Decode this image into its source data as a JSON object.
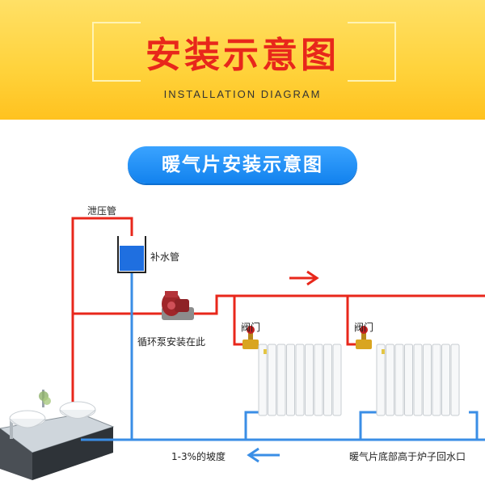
{
  "header": {
    "title": "安装示意图",
    "subtitle": "INSTALLATION DIAGRAM"
  },
  "badge": {
    "label": "暖气片安装示意图"
  },
  "labels": {
    "relief_pipe": "泄压管",
    "makeup_pipe": "补水管",
    "pump_note": "循环泵安装在此",
    "valve_1": "阀门",
    "valve_2": "阀门",
    "slope": "1-3%的坡度",
    "return_note": "暖气片底部高于炉子回水口"
  },
  "colors": {
    "supply_pipe": "#e8271b",
    "return_pipe": "#3a8ee6",
    "title_red": "#e8271b",
    "header_yellow": "#ffd23a",
    "badge_blue": "#1a8cf0",
    "water_blue": "#1f6fe0",
    "pump_red": "#a0262a",
    "valve_gold": "#d9a520"
  },
  "icons": [
    "flow-arrow-right-icon",
    "flow-arrow-left-icon",
    "pump-icon",
    "valve-icon",
    "radiator-icon",
    "water-tank-icon",
    "boiler-icon"
  ]
}
